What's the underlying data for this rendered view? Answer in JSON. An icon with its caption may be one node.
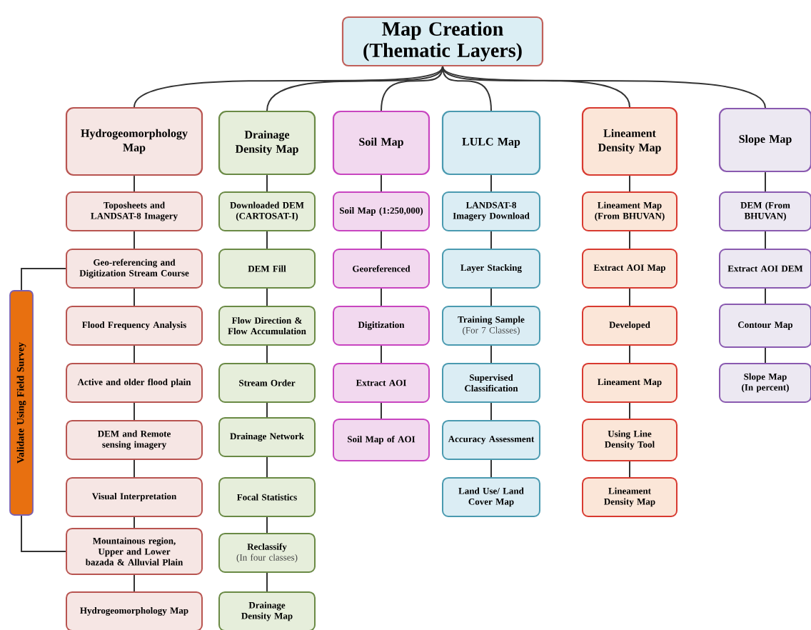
{
  "diagram": {
    "nodes": [
      {
        "text": [
          "Map Creation (Thematic Layers)"
        ]
      },
      {
        "text": [
          "Hydrogeomorphology Map"
        ]
      },
      {
        "text": [
          "Toposheets and LANDSAT-8 Imagery"
        ]
      },
      {
        "text": [
          "Geo-referencing and Digitization Stream Course"
        ]
      },
      {
        "text": [
          "Flood Frequency Analysis"
        ]
      },
      {
        "text": [
          "Active and older flood plain"
        ]
      },
      {
        "text": [
          "DEM and Remote sensing imagery"
        ]
      },
      {
        "text": [
          "Visual Interpretation"
        ]
      },
      {
        "text": [
          "Mountainous region, Upper and Lower bazada & Alluvial Plain"
        ]
      },
      {
        "text": [
          "Hydrogeomorphology Map"
        ]
      },
      {
        "text": [
          "Drainage Density Map"
        ]
      },
      {
        "text": [
          "Downloaded DEM (CARTOSAT-I)"
        ]
      },
      {
        "text": [
          "DEM Fill"
        ]
      },
      {
        "text": [
          "Flow Direction & Flow Accumulation"
        ]
      },
      {
        "text": [
          "Stream Order"
        ]
      },
      {
        "text": [
          "Drainage Network"
        ]
      },
      {
        "text": [
          "Focal Statistics"
        ]
      },
      {
        "text": [
          "Reclassify",
          "(In four classes)"
        ]
      },
      {
        "text": [
          "Drainage Density Map"
        ]
      },
      {
        "text": [
          "Soil Map"
        ]
      },
      {
        "text": [
          "Soil Map (1:250,000)"
        ]
      },
      {
        "text": [
          "Georeferenced"
        ]
      },
      {
        "text": [
          "Digitization"
        ]
      },
      {
        "text": [
          "Extract AOI"
        ]
      },
      {
        "text": [
          "Soil Map of AOI"
        ]
      },
      {
        "text": [
          "LULC Map"
        ]
      },
      {
        "text": [
          "LANDSAT-8 Imagery Download"
        ]
      },
      {
        "text": [
          "Layer Stacking"
        ]
      },
      {
        "text": [
          "Training Sample",
          "(For 7 Classes)"
        ]
      },
      {
        "text": [
          "Supervised Classification"
        ]
      },
      {
        "text": [
          "Accuracy Assessment"
        ]
      },
      {
        "text": [
          "Land Use/ Land Cover Map"
        ]
      },
      {
        "text": [
          "Lineament Density Map"
        ]
      },
      {
        "text": [
          "Lineament Map (From BHUVAN)"
        ]
      },
      {
        "text": [
          "Extract AOI Map"
        ]
      },
      {
        "text": [
          "Developed"
        ]
      },
      {
        "text": [
          "Lineament Map"
        ]
      },
      {
        "text": [
          "Using Line Density Tool"
        ]
      },
      {
        "text": [
          "Lineament Density Map"
        ]
      },
      {
        "text": [
          "Slope Map"
        ]
      },
      {
        "text": [
          "DEM (From BHUVAN)"
        ]
      },
      {
        "text": [
          "Extract AOI DEM"
        ]
      },
      {
        "text": [
          "Contour Map"
        ]
      },
      {
        "text": [
          "Slope Map (In percent)"
        ]
      },
      {
        "text": [
          "Validate Using Field Survey"
        ]
      }
    ],
    "edges": [
      {
        "from": 0,
        "to": 1,
        "arrow": "none"
      },
      {
        "from": 0,
        "to": 10,
        "arrow": "none"
      },
      {
        "from": 0,
        "to": 19,
        "arrow": "none"
      },
      {
        "from": 0,
        "to": 25,
        "arrow": "none"
      },
      {
        "from": 0,
        "to": 32,
        "arrow": "none"
      },
      {
        "from": 0,
        "to": 39,
        "arrow": "none"
      },
      {
        "from": 1,
        "to": 2,
        "arrow": "none"
      },
      {
        "from": 2,
        "to": 3,
        "arrow": "none"
      },
      {
        "from": 3,
        "to": 4,
        "arrow": "none"
      },
      {
        "from": 4,
        "to": 5,
        "arrow": "none"
      },
      {
        "from": 5,
        "to": 6,
        "arrow": "none"
      },
      {
        "from": 6,
        "to": 7,
        "arrow": "none"
      },
      {
        "from": 7,
        "to": 8,
        "arrow": "none"
      },
      {
        "from": 8,
        "to": 9,
        "arrow": "none"
      },
      {
        "from": 10,
        "to": 11,
        "arrow": "none"
      },
      {
        "from": 11,
        "to": 12,
        "arrow": "none"
      },
      {
        "from": 12,
        "to": 13,
        "arrow": "none"
      },
      {
        "from": 13,
        "to": 14,
        "arrow": "none"
      },
      {
        "from": 14,
        "to": 15,
        "arrow": "none"
      },
      {
        "from": 15,
        "to": 16,
        "arrow": "none"
      },
      {
        "from": 16,
        "to": 17,
        "arrow": "none"
      },
      {
        "from": 17,
        "to": 18,
        "arrow": "none"
      },
      {
        "from": 19,
        "to": 20,
        "arrow": "none"
      },
      {
        "from": 20,
        "to": 21,
        "arrow": "none"
      },
      {
        "from": 21,
        "to": 22,
        "arrow": "none"
      },
      {
        "from": 22,
        "to": 23,
        "arrow": "none"
      },
      {
        "from": 23,
        "to": 24,
        "arrow": "none"
      },
      {
        "from": 25,
        "to": 26,
        "arrow": "none"
      },
      {
        "from": 26,
        "to": 27,
        "arrow": "none"
      },
      {
        "from": 27,
        "to": 28,
        "arrow": "none"
      },
      {
        "from": 28,
        "to": 29,
        "arrow": "none"
      },
      {
        "from": 29,
        "to": 30,
        "arrow": "none"
      },
      {
        "from": 30,
        "to": 31,
        "arrow": "none"
      },
      {
        "from": 32,
        "to": 33,
        "arrow": "none"
      },
      {
        "from": 33,
        "to": 34,
        "arrow": "none"
      },
      {
        "from": 34,
        "to": 35,
        "arrow": "none"
      },
      {
        "from": 35,
        "to": 36,
        "arrow": "none"
      },
      {
        "from": 36,
        "to": 37,
        "arrow": "none"
      },
      {
        "from": 37,
        "to": 38,
        "arrow": "none"
      },
      {
        "from": 39,
        "to": 40,
        "arrow": "none"
      },
      {
        "from": 40,
        "to": 41,
        "arrow": "none"
      },
      {
        "from": 41,
        "to": 42,
        "arrow": "none"
      },
      {
        "from": 42,
        "to": 43,
        "arrow": "none"
      },
      {
        "from": 3,
        "to": 44,
        "arrow": "none"
      },
      {
        "from": 8,
        "to": 44,
        "arrow": "none"
      }
    ]
  }
}
